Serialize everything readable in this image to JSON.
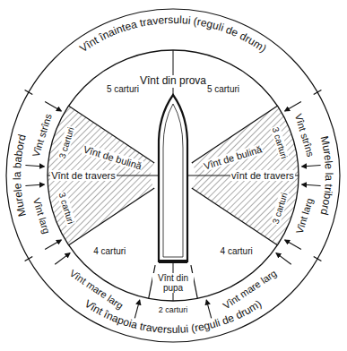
{
  "diagram": {
    "labels": [
      "Vînt înaintea traversului (reguli de drum)",
      "Murele la babord",
      "Murele la tribord",
      "Vînt înapoia traversului (reguli de drum)",
      "Vînt din prova",
      "5 carturi",
      "5 carturi",
      "Vînt de bulină",
      "Vînt de bulină",
      "3 carturi",
      "3 carturi",
      "Vînt strîns",
      "Vînt strîns",
      "Vînt de travers",
      "vînt de travers",
      "3 carturi",
      "3 carturi",
      "Vînt larg",
      "Vînt larg",
      "4 carturi",
      "4 carturi",
      "Vînt mare larg",
      "Vînt mare larg",
      "2 carturi",
      "Vînt din pupa"
    ]
  }
}
